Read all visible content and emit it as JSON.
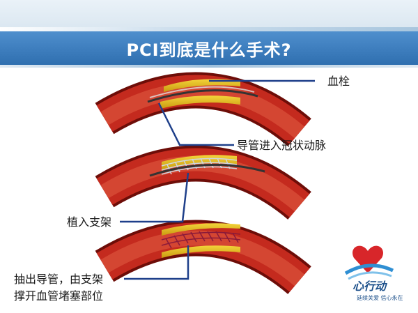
{
  "slide": {
    "title": "PCI到底是什么手术?",
    "labels": {
      "thrombus": "血栓",
      "catheter": "导管进入冠状动脉",
      "stent": "植入支架",
      "result_line1": "抽出导管，由支架",
      "result_line2": "撑开血管堵塞部位"
    },
    "logo": {
      "brand": "心行动",
      "slogan": "延续关爱 信心永在"
    }
  },
  "colors": {
    "title_bar": "#3f7fbf",
    "vessel": "#c8281e",
    "plaque": "#e8c21a",
    "pointer": "#1e3f8a"
  }
}
